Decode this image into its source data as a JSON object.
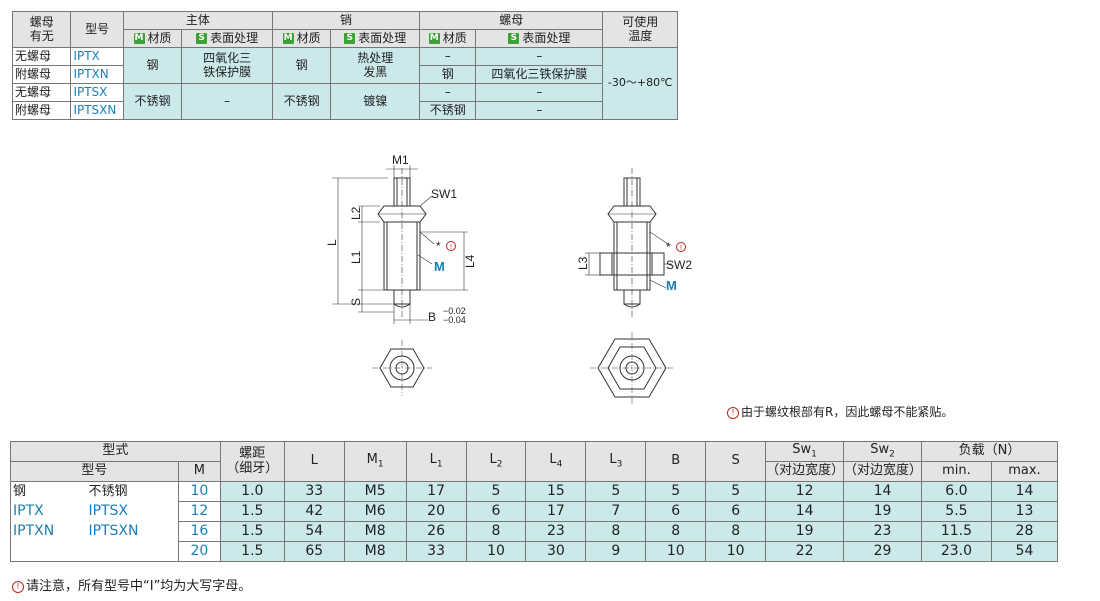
{
  "spec_table": {
    "headers": {
      "nut": "螺母\n有无",
      "model": "型号",
      "body": "主体",
      "pin": "销",
      "nut_group": "螺母",
      "temp": "可使用\n温度",
      "material_badge": "M",
      "surface_badge": "S",
      "material": "材质",
      "surface": "表面处理"
    },
    "rows": [
      {
        "nut": "无螺母",
        "model": "IPTX"
      },
      {
        "nut": "附螺母",
        "model": "IPTXN"
      },
      {
        "nut": "无螺母",
        "model": "IPTSX"
      },
      {
        "nut": "附螺母",
        "model": "IPTSXN"
      }
    ],
    "body_material_steel": "钢",
    "body_surface_steel": "四氧化三\n铁保护膜",
    "pin_material_steel": "钢",
    "pin_surface_steel": "热处理\n发黑",
    "nut_material_r1": "–",
    "nut_surface_r1": "–",
    "nut_material_r2": "钢",
    "nut_surface_r2": "四氧化三铁保护膜",
    "body_material_ss": "不锈钢",
    "body_surface_ss": "–",
    "pin_material_ss": "不锈钢",
    "pin_surface_ss": "镀镍",
    "nut_material_r3": "–",
    "nut_surface_r3": "–",
    "nut_material_r4": "不锈钢",
    "nut_surface_r4": "–",
    "temperature": "-30～+80℃"
  },
  "drawing": {
    "M1": "M1",
    "SW1": "SW1",
    "SW2": "SW2",
    "L": "L",
    "L1": "L1",
    "L2": "L2",
    "L3": "L3",
    "L4": "L4",
    "S": "S",
    "M": "M",
    "B": "B",
    "tol_upper": "−0.02",
    "tol_lower": "−0.04",
    "star": "*"
  },
  "drawing_note": "由于螺纹根部有R，因此螺母不能紧贴。",
  "dim_table": {
    "header": {
      "type": "型式",
      "model": "型号",
      "M": "M",
      "pitch_1": "螺距",
      "pitch_2": "（细牙）",
      "L": "L",
      "M1": "M",
      "M1_sub": "1",
      "L1": "L",
      "L1_sub": "1",
      "L2": "L",
      "L2_sub": "2",
      "L4": "L",
      "L4_sub": "4",
      "L3": "L",
      "L3_sub": "3",
      "B": "B",
      "S": "S",
      "Sw1": "Sw",
      "Sw1_sub": "1",
      "Sw2": "Sw",
      "Sw2_sub": "2",
      "across": "（对边宽度）",
      "load": "负载（N）",
      "min": "min.",
      "max": "max."
    },
    "type_labels": {
      "steel": "钢",
      "stainless": "不锈钢",
      "m1": "IPTX",
      "s1": "IPTSX",
      "m2": "IPTXN",
      "s2": "IPTSXN"
    },
    "rows": [
      {
        "M": "10",
        "pitch": "1.0",
        "L": "33",
        "M1": "M5",
        "L1": "17",
        "L2": "5",
        "L4": "15",
        "L3": "5",
        "B": "5",
        "S": "5",
        "Sw1": "12",
        "Sw2": "14",
        "min": "6.0",
        "max": "14"
      },
      {
        "M": "12",
        "pitch": "1.5",
        "L": "42",
        "M1": "M6",
        "L1": "20",
        "L2": "6",
        "L4": "17",
        "L3": "7",
        "B": "6",
        "S": "6",
        "Sw1": "14",
        "Sw2": "19",
        "min": "5.5",
        "max": "13"
      },
      {
        "M": "16",
        "pitch": "1.5",
        "L": "54",
        "M1": "M8",
        "L1": "26",
        "L2": "8",
        "L4": "23",
        "L3": "8",
        "B": "8",
        "S": "8",
        "Sw1": "19",
        "Sw2": "23",
        "min": "11.5",
        "max": "28"
      },
      {
        "M": "20",
        "pitch": "1.5",
        "L": "65",
        "M1": "M8",
        "L1": "33",
        "L2": "10",
        "L4": "30",
        "L3": "9",
        "B": "10",
        "S": "10",
        "Sw1": "22",
        "Sw2": "29",
        "min": "23.0",
        "max": "54"
      }
    ]
  },
  "footer_note": "请注意，所有型号中“I”均为大写字母。",
  "colors": {
    "header_gray": "#e4e4e4",
    "row_blue": "#cbe8ea",
    "model_blue": "#1b7fb5",
    "badge_green": "#3aa335",
    "note_red": "#c0251e"
  }
}
